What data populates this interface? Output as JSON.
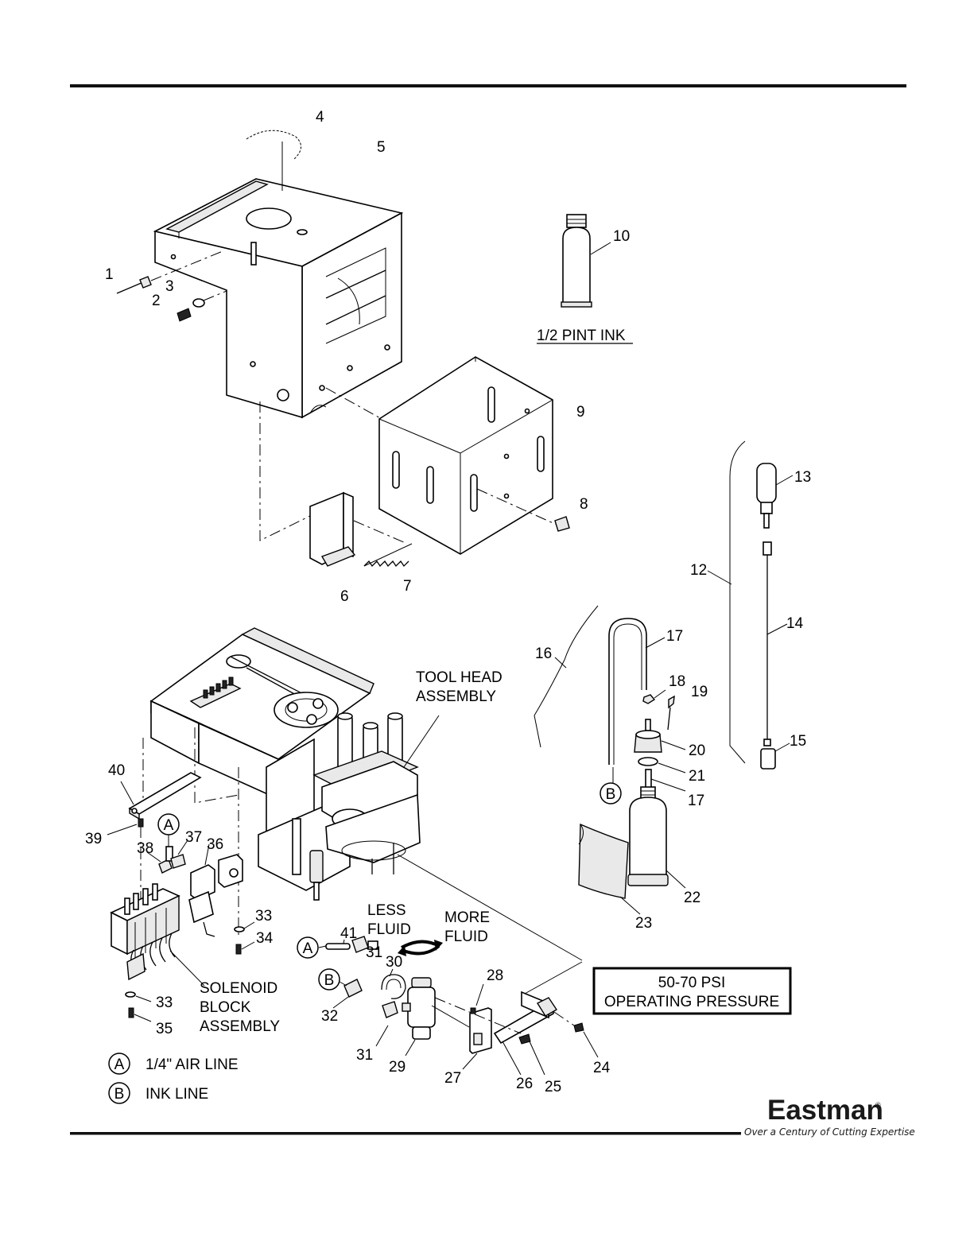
{
  "callouts": [
    {
      "n": "1"
    },
    {
      "n": "2"
    },
    {
      "n": "3"
    },
    {
      "n": "4"
    },
    {
      "n": "5"
    },
    {
      "n": "6"
    },
    {
      "n": "7"
    },
    {
      "n": "8"
    },
    {
      "n": "9"
    },
    {
      "n": "10"
    },
    {
      "n": "12"
    },
    {
      "n": "13"
    },
    {
      "n": "14"
    },
    {
      "n": "15"
    },
    {
      "n": "16"
    },
    {
      "n": "17"
    },
    {
      "n": "18"
    },
    {
      "n": "19"
    },
    {
      "n": "20"
    },
    {
      "n": "21"
    },
    {
      "n": "17"
    },
    {
      "n": "22"
    },
    {
      "n": "23"
    },
    {
      "n": "24"
    },
    {
      "n": "25"
    },
    {
      "n": "26"
    },
    {
      "n": "27"
    },
    {
      "n": "28"
    },
    {
      "n": "29"
    },
    {
      "n": "30"
    },
    {
      "n": "31"
    },
    {
      "n": "31"
    },
    {
      "n": "32"
    },
    {
      "n": "33"
    },
    {
      "n": "34"
    },
    {
      "n": "33"
    },
    {
      "n": "35"
    },
    {
      "n": "36"
    },
    {
      "n": "37"
    },
    {
      "n": "38"
    },
    {
      "n": "39"
    },
    {
      "n": "40"
    },
    {
      "n": "41"
    }
  ],
  "labels": {
    "pint_ink": "1/2 PINT INK",
    "tool_head_1": "TOOL HEAD",
    "tool_head_2": "ASSEMBLY",
    "less_fluid_1": "LESS",
    "less_fluid_2": "FLUID",
    "more_fluid_1": "MORE",
    "more_fluid_2": "FLUID",
    "solenoid_1": "SOLENOID",
    "solenoid_2": "BLOCK",
    "solenoid_3": "ASSEMBLY",
    "pressure_1": "50-70 PSI",
    "pressure_2": "OPERATING PRESSURE"
  },
  "markers": {
    "a": "A",
    "b": "B"
  },
  "legend": [
    {
      "marker": "A",
      "text": "1/4\" AIR LINE"
    },
    {
      "marker": "B",
      "text": "INK LINE"
    }
  ],
  "footer": {
    "brand": "Eastman",
    "reg": "®",
    "tagline": "Over a Century of Cutting Expertise"
  }
}
